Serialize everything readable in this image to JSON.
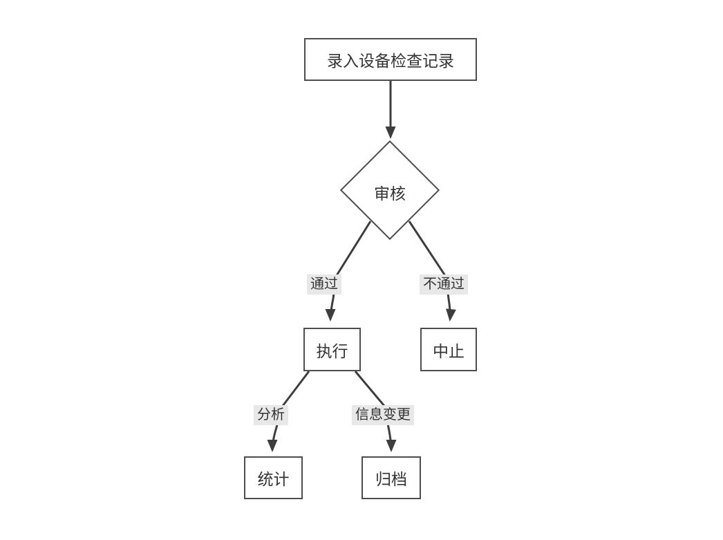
{
  "diagram": {
    "type": "flowchart",
    "background_color": "#ffffff",
    "stroke_color": "#3d3d3d",
    "node_border_color": "#4d4d4d",
    "node_fill_color": "#ffffff",
    "text_color": "#333333",
    "edge_label_bg_color": "#e8e8e8",
    "nodes": [
      {
        "id": "start",
        "shape": "rect",
        "label": "录入设备检查记录"
      },
      {
        "id": "review",
        "shape": "diamond",
        "label": "审核"
      },
      {
        "id": "execute",
        "shape": "rect",
        "label": "执行"
      },
      {
        "id": "abort",
        "shape": "rect",
        "label": "中止"
      },
      {
        "id": "stats",
        "shape": "rect",
        "label": "统计"
      },
      {
        "id": "archive",
        "shape": "rect",
        "label": "归档"
      }
    ],
    "edges": [
      {
        "from": "start",
        "to": "review",
        "label": ""
      },
      {
        "from": "review",
        "to": "execute",
        "label": "通过"
      },
      {
        "from": "review",
        "to": "abort",
        "label": "不通过"
      },
      {
        "from": "execute",
        "to": "stats",
        "label": "分析"
      },
      {
        "from": "execute",
        "to": "archive",
        "label": "信息变更"
      }
    ],
    "edge_labels": [
      {
        "id": "pass",
        "label": "通过"
      },
      {
        "id": "fail",
        "label": "不通过"
      },
      {
        "id": "analyze",
        "label": "分析"
      },
      {
        "id": "info-change",
        "label": "信息变更"
      }
    ]
  }
}
